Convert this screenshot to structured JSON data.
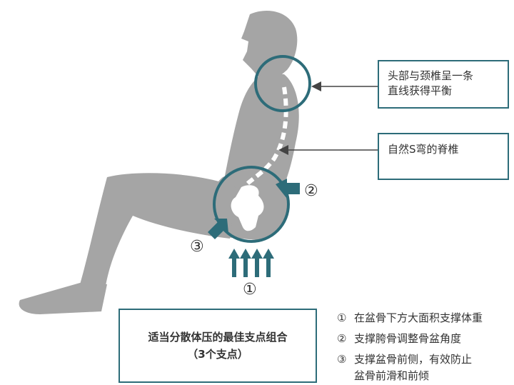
{
  "callouts": {
    "head_line1": "头部与颈椎呈一条",
    "head_line2": "直线获得平衡",
    "spine": "自然S弯的脊椎"
  },
  "markers": {
    "one": "①",
    "two": "②",
    "three": "③"
  },
  "summary": {
    "line1": "适当分散体压的最佳支点组合",
    "line2": "（3个支点）"
  },
  "legend": [
    {
      "num": "①",
      "lines": [
        "在盆骨下方大面积支撑体重"
      ]
    },
    {
      "num": "②",
      "lines": [
        "支撑胯骨调整骨盆角度"
      ]
    },
    {
      "num": "③",
      "lines": [
        "支撑盆骨前侧，有效防止",
        "盆骨前滑和前倾"
      ]
    }
  ],
  "colors": {
    "accent": "#2d6c79",
    "figure": "#a5a5a5",
    "arrow": "#444444"
  }
}
